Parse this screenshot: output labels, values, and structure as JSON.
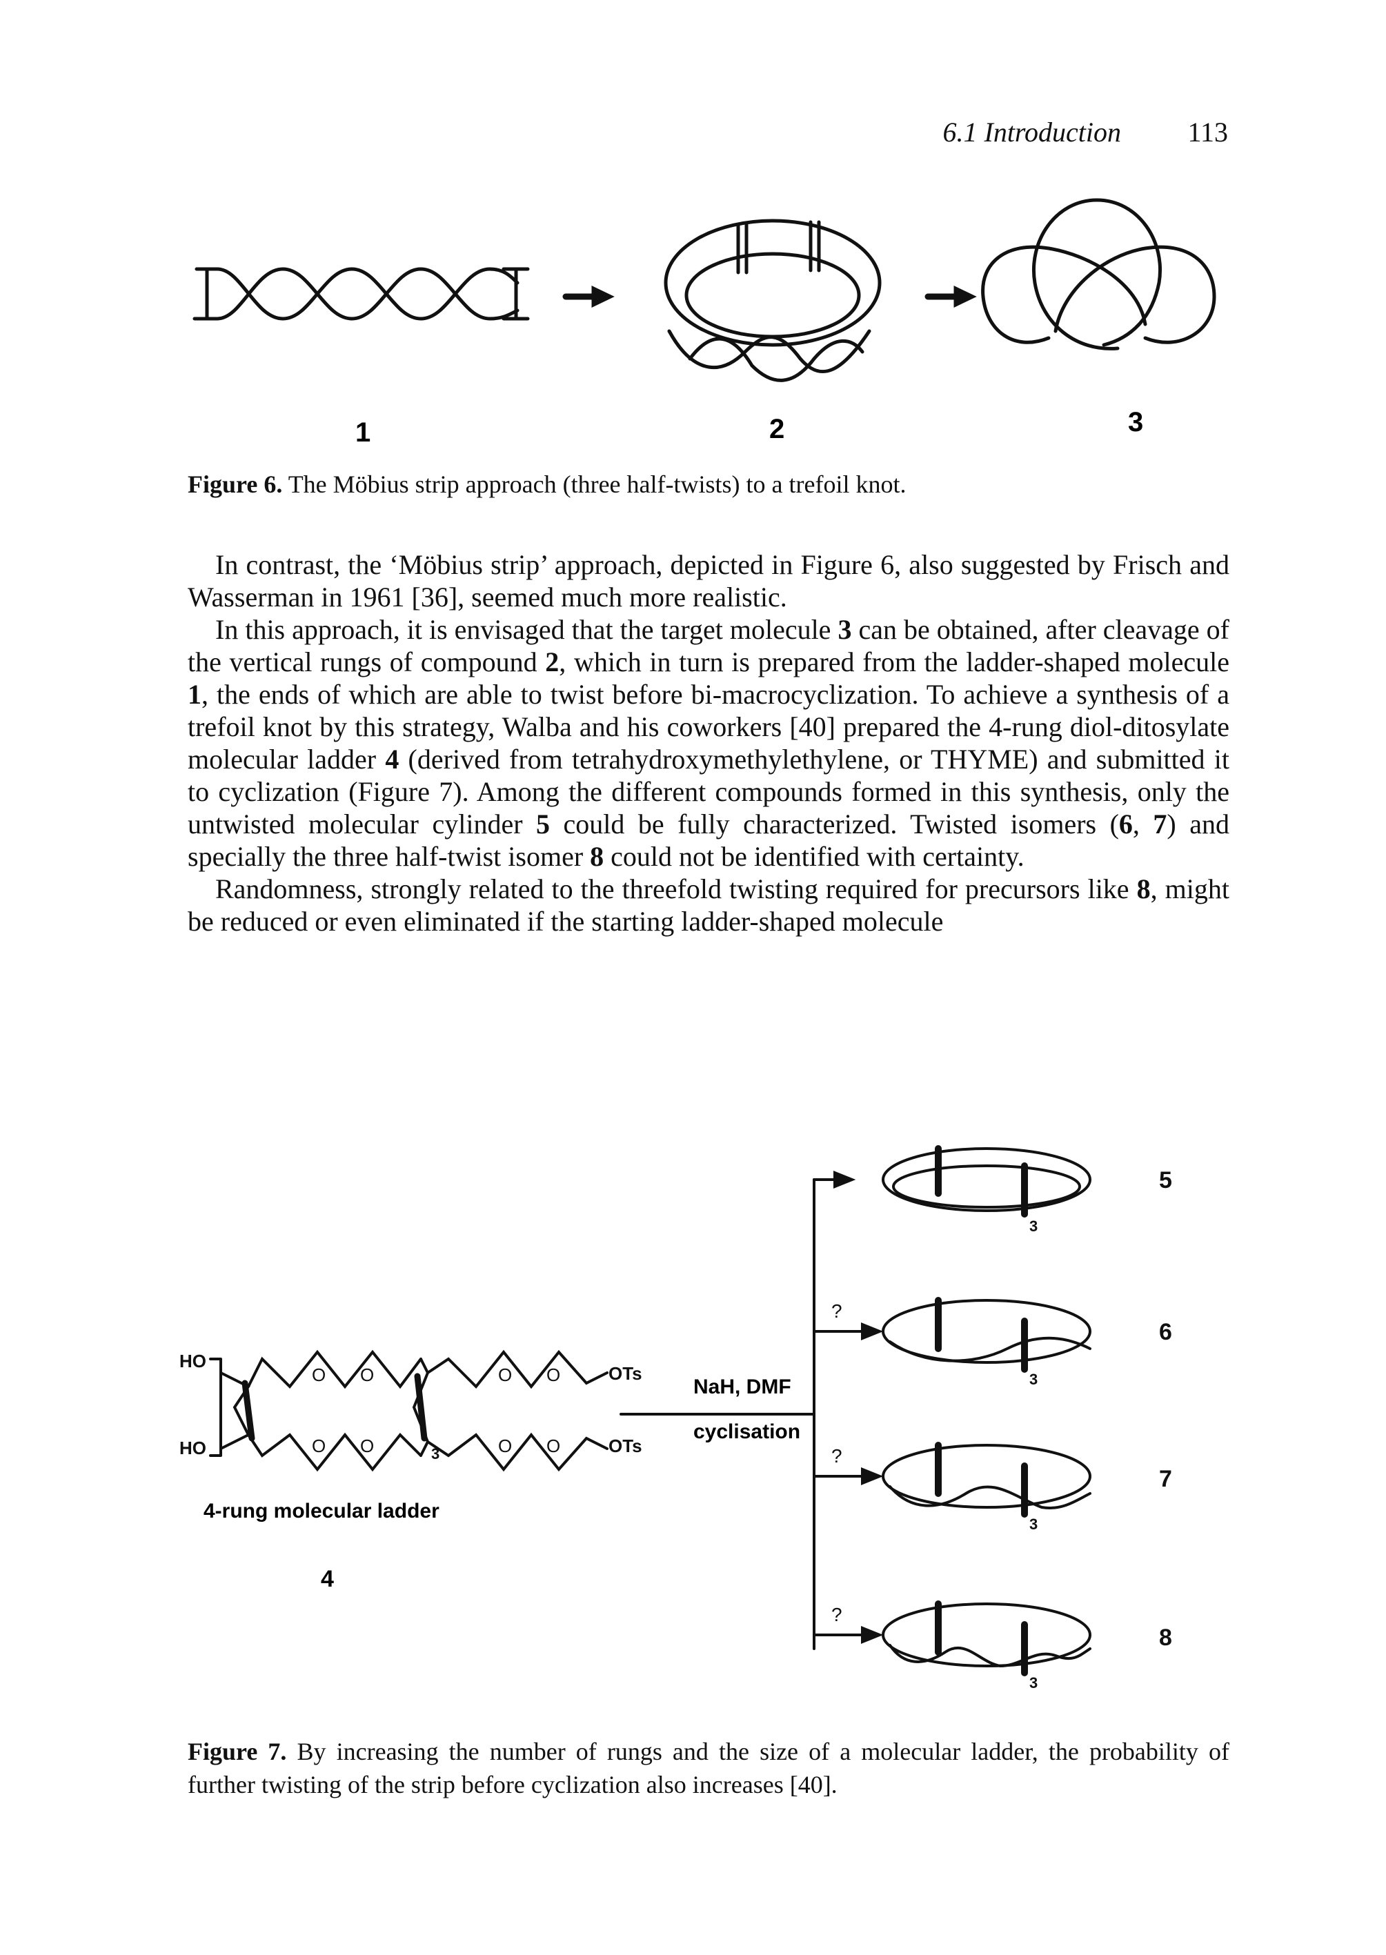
{
  "header": {
    "section": "6.1 Introduction",
    "page": "113"
  },
  "figure6": {
    "labels": [
      "1",
      "2",
      "3"
    ],
    "caption_label": "Figure 6.",
    "caption_text": "The Möbius strip approach (three half-twists) to a trefoil knot."
  },
  "body": {
    "p1": "In contrast, the ‘Möbius strip’ approach, depicted in Figure 6, also suggested by Frisch and Wasserman in 1961 [36], seemed much more realistic.",
    "p2a": "In this approach, it is envisaged that the target molecule ",
    "p2b": "3",
    "p2c": " can be obtained, after cleavage of the vertical rungs of compound ",
    "p2d": "2",
    "p2e": ", which in turn is prepared from the ladder-shaped molecule ",
    "p2f": "1",
    "p2g": ", the ends of which are able to twist before bi-macrocyclization. To achieve a synthesis of a trefoil knot by this strategy, Walba and his coworkers [40] prepared the 4-rung diol-ditosylate molecular ladder ",
    "p2h": "4",
    "p2i": " (derived from tetrahydroxymethylethylene, or THYME) and submitted it to cyclization (Figure 7). Among the different compounds formed in this synthesis, only the untwisted molecular cylinder ",
    "p2j": "5",
    "p2k": " could be fully characterized. Twisted isomers (",
    "p2l": "6",
    "p2m": ", ",
    "p2n": "7",
    "p2o": ") and specially the three half-twist isomer ",
    "p2p": "8",
    "p2q": " could not be identified with certainty.",
    "p3a": "Randomness, strongly related to the threefold twisting required for precursors like ",
    "p3b": "8",
    "p3c": ", might be reduced or even eliminated if the starting ladder-shaped molecule"
  },
  "figure7": {
    "ho_top": "HO",
    "ho_bottom": "HO",
    "ots_top": "OTs",
    "ots_bottom": "OTs",
    "o_label": "O",
    "subscript_3": "3",
    "reagent": "NaH, DMF",
    "process": "cyclisation",
    "question": "?",
    "ladder_name": "4-rung molecular ladder",
    "ladder_number": "4",
    "products": [
      "5",
      "6",
      "7",
      "8"
    ],
    "caption_label": "Figure 7.",
    "caption_text": "By increasing the number of rungs and the size of a molecular ladder, the probability of further twisting of the strip before cyclization also increases [40]."
  }
}
